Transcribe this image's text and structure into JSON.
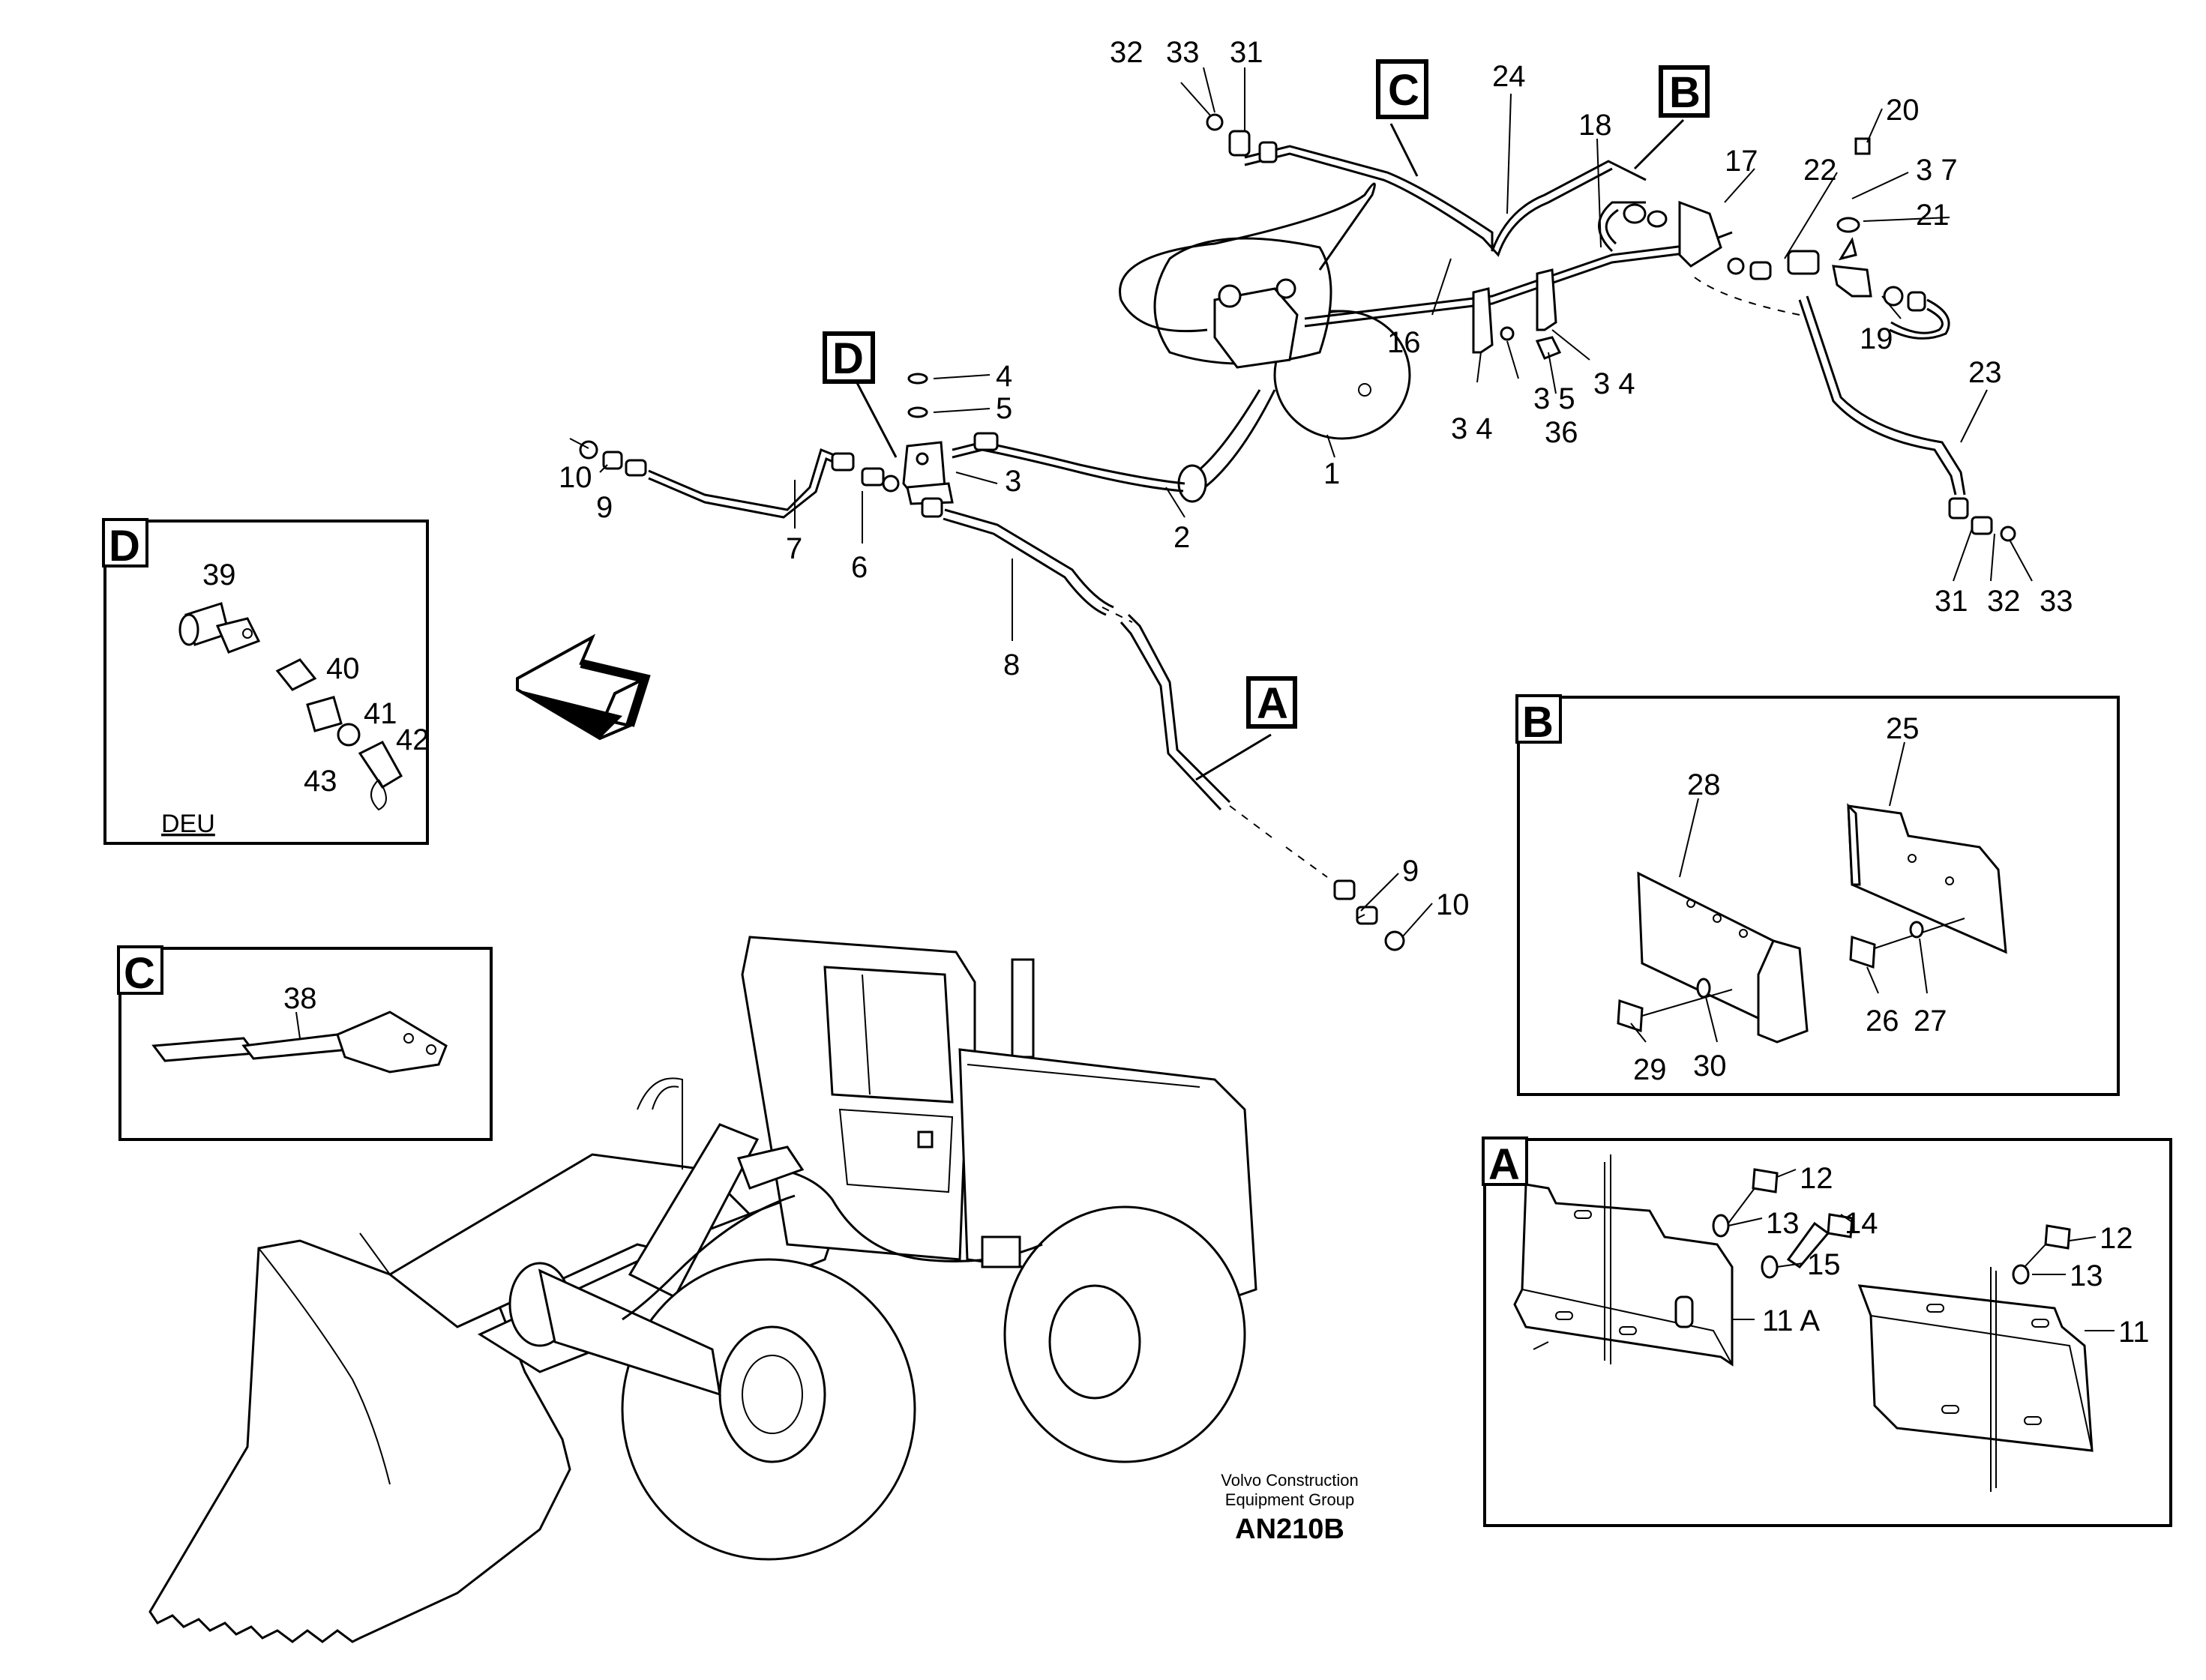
{
  "callouts": [
    "1",
    "2",
    "3",
    "4",
    "5",
    "6",
    "7",
    "8",
    "9",
    "10",
    "11",
    "12",
    "13",
    "14",
    "15",
    "16",
    "17",
    "18",
    "19",
    "20",
    "21",
    "22",
    "23",
    "24",
    "25",
    "26",
    "27",
    "28",
    "29",
    "30",
    "31",
    "32",
    "33",
    "34",
    "35",
    "36",
    "37",
    "38",
    "39",
    "40",
    "41",
    "42",
    "43"
  ],
  "label_11a": "11 A",
  "label_34": "3 4",
  "label_35": "3 5",
  "label_37": "3 7",
  "detail_letters": {
    "a": "A",
    "b": "B",
    "c": "C",
    "d": "D"
  },
  "inset_d_caption": "DEU",
  "footer": {
    "company_line1": "Volvo Construction",
    "company_line2": "Equipment Group",
    "drawing_number": "AN210B"
  }
}
